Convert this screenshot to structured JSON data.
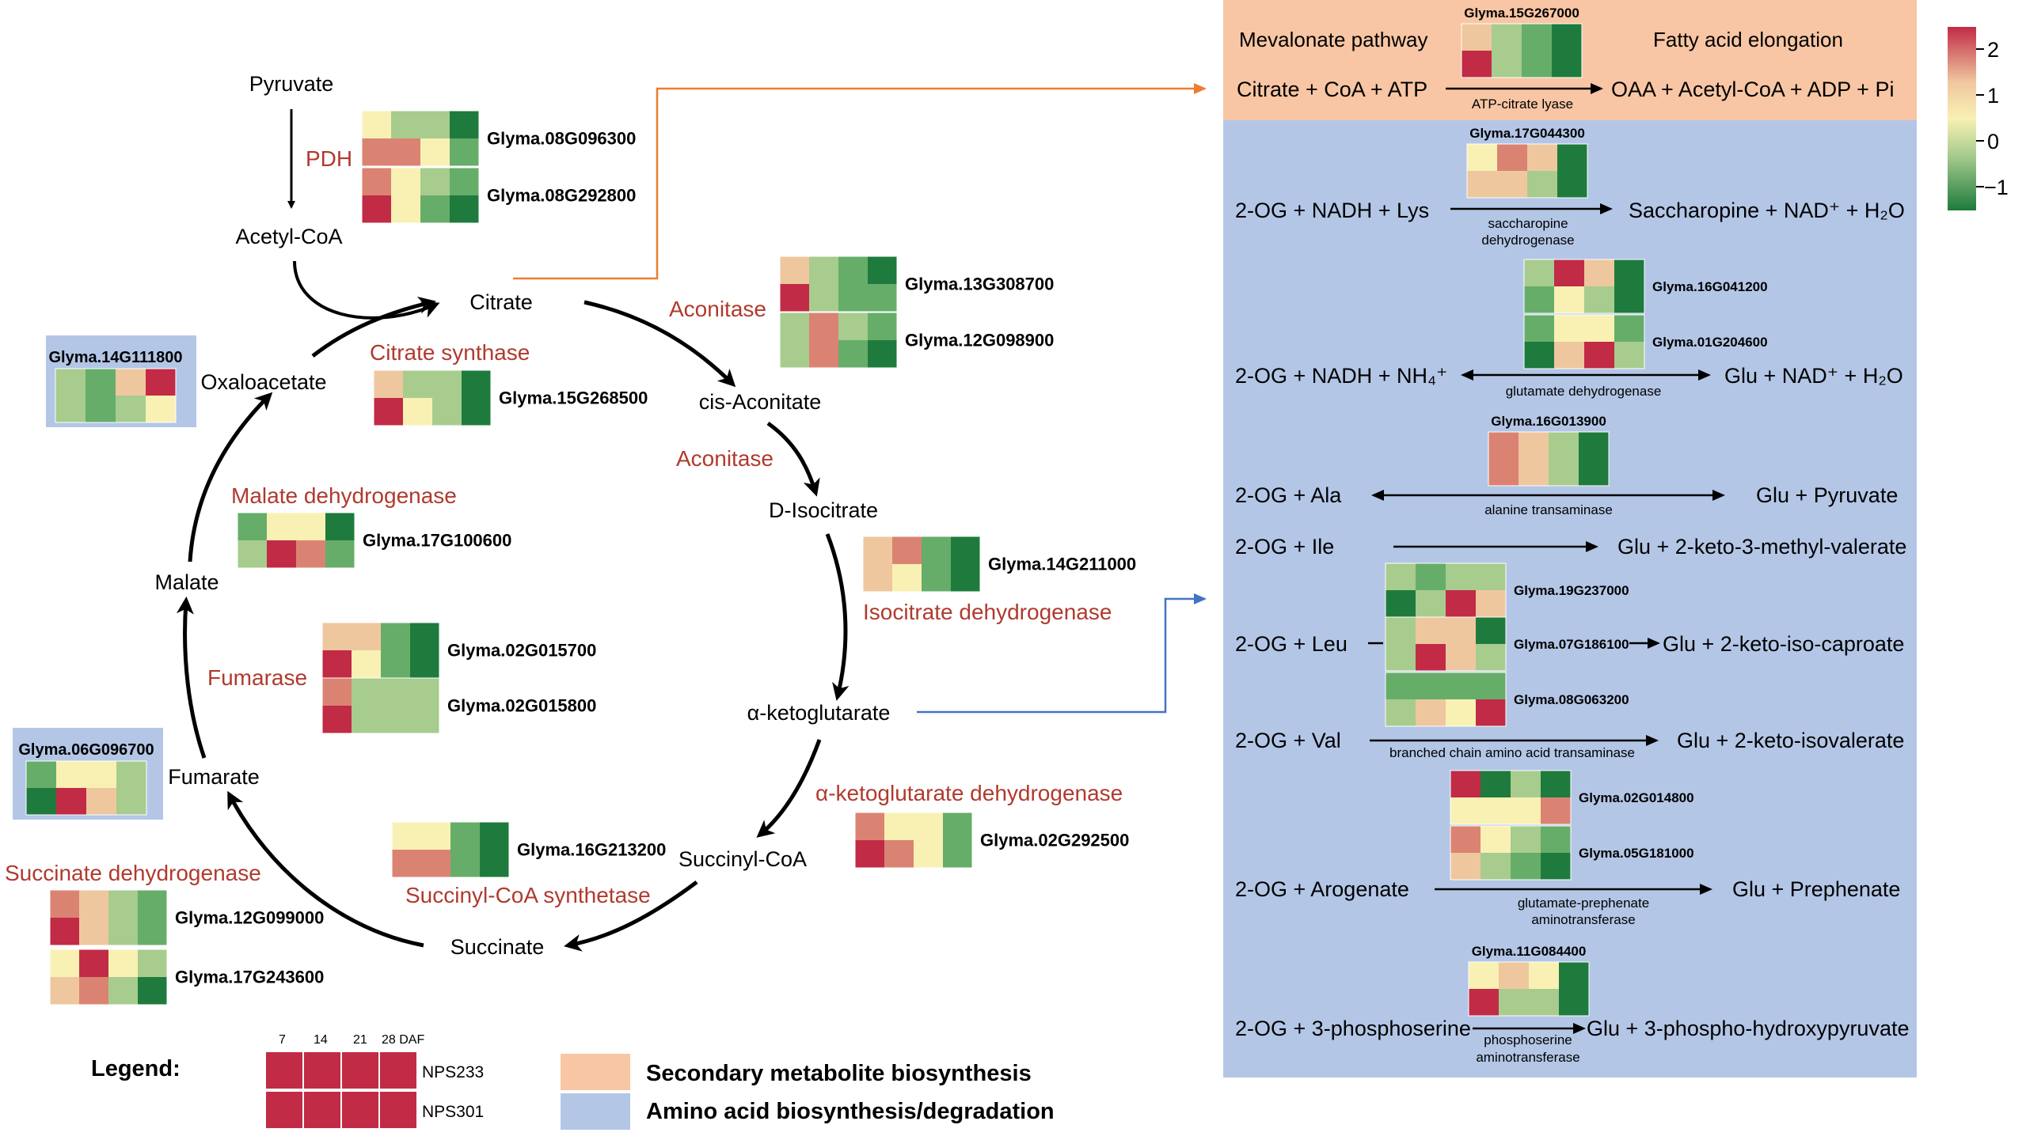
{
  "palette": {
    "n2": "#1e7b3d",
    "n1": "#66ad6a",
    "n0": "#a7cc8e",
    "z": "#f8f1b3",
    "p1": "#efc79e",
    "p2": "#db8372",
    "p3": "#c12b46",
    "enzyme_red": "#b03a2e",
    "orange_bg": "#f8c6a4",
    "blue_bg": "#b3c6e6",
    "gene_box_bg": "#b3c6e6",
    "orange_arrow": "#ed7d31",
    "blue_arrow": "#4472c4"
  },
  "cycle": {
    "metabolites": {
      "pyruvate": "Pyruvate",
      "acetyl_coa": "Acetyl-CoA",
      "citrate": "Citrate",
      "cis_aconitate": "cis-Aconitate",
      "d_isocitrate": "D-Isocitrate",
      "alpha_kg": "α-ketoglutarate",
      "succinyl_coa": "Succinyl-CoA",
      "succinate": "Succinate",
      "fumarate": "Fumarate",
      "malate": "Malate",
      "oxaloacetate": "Oxaloacetate"
    },
    "enzymes": {
      "pdh": "PDH",
      "aconitase_1": "Aconitase",
      "aconitase_2": "Aconitase",
      "citrate_synthase": "Citrate synthase",
      "idh": "Isocitrate dehydrogenase",
      "akgdh": "α-ketoglutarate dehydrogenase",
      "sucl": "Succinyl-CoA synthetase",
      "sdh": "Succinate dehydrogenase",
      "fumarase": "Fumarase",
      "mdh": "Malate dehydrogenase"
    }
  },
  "heatmaps": [
    {
      "gene": "Glyma.08G096300",
      "rows": [
        [
          "z",
          "n0",
          "n0",
          "n2"
        ],
        [
          "p2",
          "p2",
          "z",
          "n1"
        ]
      ]
    },
    {
      "gene": "Glyma.08G292800",
      "rows": [
        [
          "p2",
          "z",
          "n0",
          "n1"
        ],
        [
          "p3",
          "z",
          "n1",
          "n2"
        ]
      ]
    },
    {
      "gene": "Glyma.13G308700",
      "rows": [
        [
          "p1",
          "n0",
          "n1",
          "n2"
        ],
        [
          "p3",
          "n0",
          "n1",
          "n1"
        ]
      ]
    },
    {
      "gene": "Glyma.12G098900",
      "rows": [
        [
          "n0",
          "p2",
          "n0",
          "n1"
        ],
        [
          "n0",
          "p2",
          "n1",
          "n2"
        ]
      ]
    },
    {
      "gene": "Glyma.15G268500",
      "rows": [
        [
          "p1",
          "n0",
          "n0",
          "n2"
        ],
        [
          "p3",
          "z",
          "n0",
          "n2"
        ]
      ]
    },
    {
      "gene": "Glyma.14G111800",
      "rows": [
        [
          "n0",
          "n1",
          "p1",
          "p3"
        ],
        [
          "n0",
          "n1",
          "n0",
          "z"
        ]
      ]
    },
    {
      "gene": "Glyma.17G100600",
      "rows": [
        [
          "n1",
          "z",
          "z",
          "n2"
        ],
        [
          "n0",
          "p3",
          "p2",
          "n1"
        ]
      ]
    },
    {
      "gene": "Glyma.14G211000",
      "rows": [
        [
          "p1",
          "p2",
          "n1",
          "n2"
        ],
        [
          "p1",
          "z",
          "n1",
          "n2"
        ]
      ]
    },
    {
      "gene": "Glyma.02G015700",
      "rows": [
        [
          "p1",
          "p1",
          "n1",
          "n2"
        ],
        [
          "p3",
          "z",
          "n1",
          "n2"
        ]
      ]
    },
    {
      "gene": "Glyma.02G015800",
      "rows": [
        [
          "p2",
          "n0",
          "n0",
          "n0"
        ],
        [
          "p3",
          "n0",
          "n0",
          "n0"
        ]
      ]
    },
    {
      "gene": "Glyma.06G096700",
      "rows": [
        [
          "n1",
          "z",
          "z",
          "n0"
        ],
        [
          "n2",
          "p3",
          "p1",
          "n0"
        ]
      ]
    },
    {
      "gene": "Glyma.02G292500",
      "rows": [
        [
          "p2",
          "z",
          "z",
          "n1"
        ],
        [
          "p3",
          "p2",
          "z",
          "n1"
        ]
      ]
    },
    {
      "gene": "Glyma.16G213200",
      "rows": [
        [
          "z",
          "z",
          "n1",
          "n2"
        ],
        [
          "p2",
          "p2",
          "n1",
          "n2"
        ]
      ]
    },
    {
      "gene": "Glyma.12G099000",
      "rows": [
        [
          "p2",
          "p1",
          "n0",
          "n1"
        ],
        [
          "p3",
          "p1",
          "n0",
          "n1"
        ]
      ]
    },
    {
      "gene": "Glyma.17G243600",
      "rows": [
        [
          "z",
          "p3",
          "z",
          "n0"
        ],
        [
          "p1",
          "p2",
          "n0",
          "n2"
        ]
      ]
    },
    {
      "gene": "Glyma.15G267000",
      "rows": [
        [
          "p1",
          "n0",
          "n1",
          "n2"
        ],
        [
          "p3",
          "n0",
          "n1",
          "n2"
        ]
      ]
    },
    {
      "gene": "Glyma.17G044300",
      "rows": [
        [
          "z",
          "p2",
          "p1",
          "n2"
        ],
        [
          "p1",
          "p1",
          "n0",
          "n2"
        ]
      ]
    },
    {
      "gene": "Glyma.16G041200",
      "rows": [
        [
          "n0",
          "p3",
          "p1",
          "n2"
        ],
        [
          "n1",
          "z",
          "n0",
          "n2"
        ]
      ]
    },
    {
      "gene": "Glyma.01G204600",
      "rows": [
        [
          "n1",
          "z",
          "z",
          "n1"
        ],
        [
          "n2",
          "p1",
          "p3",
          "n0"
        ]
      ]
    },
    {
      "gene": "Glyma.16G013900",
      "rows": [
        [
          "p2",
          "p1",
          "n0",
          "n2"
        ],
        [
          "p2",
          "p1",
          "n0",
          "n2"
        ]
      ]
    },
    {
      "gene": "Glyma.19G237000",
      "rows": [
        [
          "n0",
          "n1",
          "n0",
          "n0"
        ],
        [
          "n2",
          "n0",
          "p3",
          "p1"
        ]
      ]
    },
    {
      "gene": "Glyma.07G186100",
      "rows": [
        [
          "n0",
          "p1",
          "p1",
          "n2"
        ],
        [
          "n0",
          "p3",
          "p1",
          "n0"
        ]
      ]
    },
    {
      "gene": "Glyma.08G063200",
      "rows": [
        [
          "n1",
          "n1",
          "n1",
          "n1"
        ],
        [
          "n0",
          "p1",
          "z",
          "p3"
        ]
      ]
    },
    {
      "gene": "Glyma.02G014800",
      "rows": [
        [
          "p3",
          "n2",
          "n0",
          "n2"
        ],
        [
          "z",
          "z",
          "z",
          "p2"
        ]
      ]
    },
    {
      "gene": "Glyma.05G181000",
      "rows": [
        [
          "p2",
          "z",
          "n0",
          "n1"
        ],
        [
          "p1",
          "n0",
          "n1",
          "n2"
        ]
      ]
    },
    {
      "gene": "Glyma.11G084400",
      "rows": [
        [
          "z",
          "p1",
          "z",
          "n2"
        ],
        [
          "p3",
          "n0",
          "n0",
          "n2"
        ]
      ]
    }
  ],
  "right_panel": {
    "orange": {
      "mevalonate": "Mevalonate pathway",
      "fatty_acid": "Fatty acid elongation",
      "left": "Citrate + CoA + ATP",
      "right": "OAA + Acetyl-CoA + ADP + Pi",
      "enzyme": "ATP-citrate lyase"
    },
    "reactions": {
      "lys_left": "2-OG + NADH + Lys",
      "lys_right": "Saccharopine + NAD⁺ + H₂O",
      "lys_enzyme_1": "saccharopine",
      "lys_enzyme_2": "dehydrogenase",
      "nh4_left": "2-OG + NADH + NH₄⁺",
      "nh4_right": "Glu + NAD⁺ + H₂O",
      "nh4_enzyme": "glutamate dehydrogenase",
      "ala_left": "2-OG + Ala",
      "ala_right": "Glu + Pyruvate",
      "ala_enzyme": "alanine transaminase",
      "ile_left": "2-OG + Ile",
      "ile_right": "Glu + 2-keto-3-methyl-valerate",
      "leu_left": "2-OG + Leu",
      "leu_right": "Glu + 2-keto-iso-caproate",
      "val_left": "2-OG + Val",
      "val_right": "Glu + 2-keto-isovalerate",
      "bcat_enzyme": "branched chain amino acid transaminase",
      "aro_left": "2-OG + Arogenate",
      "aro_right": "Glu + Prephenate",
      "aro_enzyme_1": "glutamate-prephenate",
      "aro_enzyme_2": "aminotransferase",
      "ser_left": "2-OG + 3-phosphoserine",
      "ser_right": "Glu + 3-phospho-hydroxypyruvate",
      "ser_enzyme_1": "phosphoserine",
      "ser_enzyme_2": "aminotransferase"
    }
  },
  "colorbar": {
    "ticks": [
      "2",
      "1",
      "0",
      "−1"
    ]
  },
  "legend": {
    "title": "Legend:",
    "cols": [
      "7",
      "14",
      "21",
      "28 DAF"
    ],
    "rows": [
      "NPS233",
      "NPS301"
    ],
    "secondary": "Secondary metabolite biosynthesis",
    "amino": "Amino acid biosynthesis/degradation"
  }
}
